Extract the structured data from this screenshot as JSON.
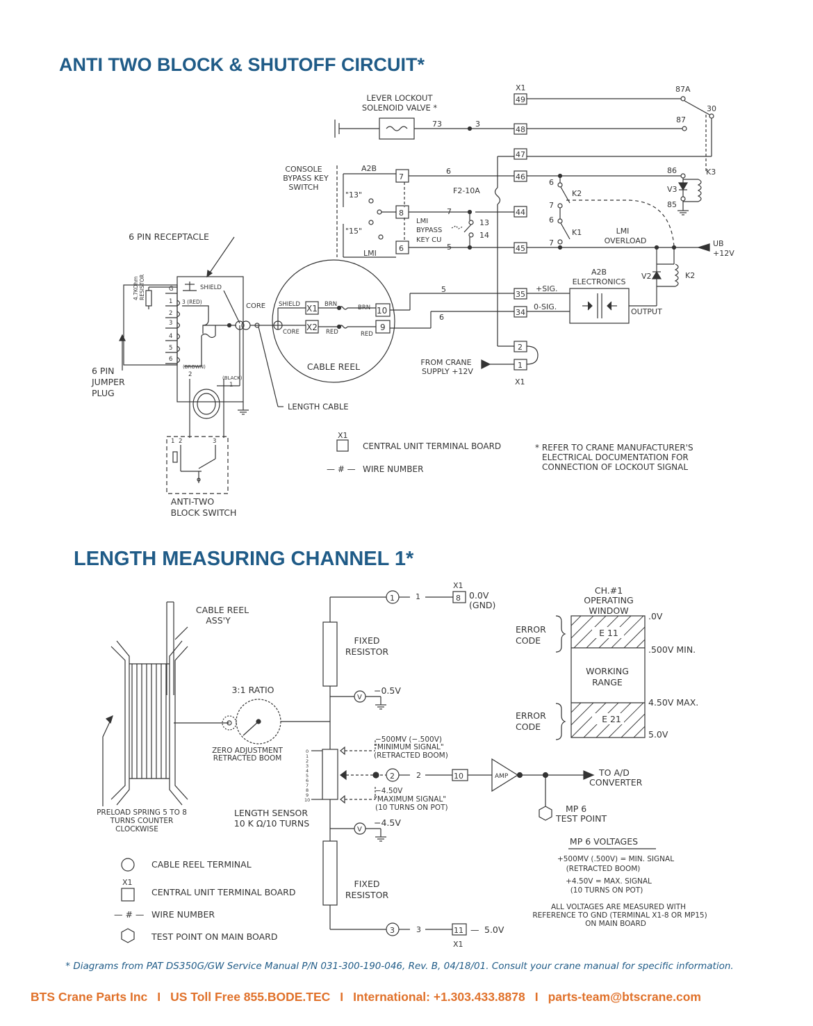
{
  "titles": {
    "a2b": "ANTI TWO BLOCK & SHUTOFF CIRCUIT*",
    "length": "LENGTH MEASURING CHANNEL 1*"
  },
  "a2b_circuit": {
    "lever_lockout": [
      "LEVER LOCKOUT",
      "SOLENOID VALVE *"
    ],
    "console_bypass": [
      "CONSOLE",
      "BYPASS KEY",
      "SWITCH"
    ],
    "a2b_label": "A2B",
    "lmi_label": "LMI",
    "key_13": "\"13\"",
    "key_15": "\"15\"",
    "lmi_bypass": [
      "LMI",
      "BYPASS",
      "KEY CU"
    ],
    "f2": "F2-10A",
    "x1": "X1",
    "term_87a": "87A",
    "term_30": "30",
    "term_87": "87",
    "term_86": "86",
    "term_85": "85",
    "k3": "K3",
    "v3": "V3",
    "k2": "K2",
    "k1": "K1",
    "v2": "V2",
    "lmi_overload": [
      "LMI",
      "OVERLOAD"
    ],
    "ub": [
      "UB",
      "+12V"
    ],
    "a2b_electronics": [
      "A2B",
      "ELECTRONICS"
    ],
    "plus_sig": "+SIG.",
    "zero_sig": "0-SIG.",
    "output": "OUTPUT",
    "from_crane": [
      "FROM CRANE",
      "SUPPLY +12V"
    ],
    "six_pin_receptacle": "6 PIN RECEPTACLE",
    "six_pin_jumper": [
      "6 PIN",
      "JUMPER",
      "PLUG"
    ],
    "resistor": [
      "4.7KOhm",
      "RESISTOR"
    ],
    "shield": "SHIELD",
    "red3": "3 (RED)",
    "brown": "(BROWN)",
    "black": "(BLACK)",
    "core": "CORE",
    "brn": "BRN",
    "red": "RED",
    "cable_reel": "CABLE REEL",
    "length_cable": "LENGTH CABLE",
    "anti_two_block": [
      "ANTI-TWO",
      "BLOCK SWITCH"
    ],
    "legend_terminal": "CENTRAL UNIT TERMINAL BOARD",
    "legend_wire": "WIRE NUMBER",
    "legend_wire_symbol": "— # —",
    "refer_note": [
      "* REFER TO CRANE MANUFACTURER'S",
      "ELECTRICAL DOCUMENTATION FOR",
      "CONNECTION OF LOCKOUT SIGNAL"
    ]
  },
  "length_channel": {
    "cable_reel_assy": [
      "CABLE REEL",
      "ASS'Y"
    ],
    "ratio": "3:1 RATIO",
    "zero_adjust": [
      "ZERO ADJUSTMENT",
      "RETRACTED BOOM"
    ],
    "preload": [
      "PRELOAD SPRING 5 TO 8",
      "TURNS COUNTER",
      "CLOCKWISE"
    ],
    "length_sensor": [
      "LENGTH SENSOR",
      "10 K Ω/10 TURNS"
    ],
    "fixed_resistor": [
      "FIXED",
      "RESISTOR"
    ],
    "v_neg05": "−0.5V",
    "v_neg45": "−4.5V",
    "gnd_label": [
      "0.0V",
      "(GND)"
    ],
    "min_signal": [
      "−500MV (−.500V)",
      "\"MINIMUM SIGNAL\"",
      "(RETRACTED BOOM)"
    ],
    "max_signal": [
      "−4.50V",
      "\"MAXIMUM SIGNAL\"",
      "(10 TURNS ON POT)"
    ],
    "amp": "AMP",
    "to_ad": [
      "TO A/D",
      "CONVERTER"
    ],
    "mp6": [
      "MP 6",
      "TEST POINT"
    ],
    "v50": "5.0V",
    "window_title": [
      "CH.#1",
      "OPERATING",
      "WINDOW"
    ],
    "error_code": [
      "ERROR",
      "CODE"
    ],
    "e11": "E 11",
    "e21": "E 21",
    "working_range": [
      "WORKING",
      "RANGE"
    ],
    "w_0v": ".0V",
    "w_500": ".500V MIN.",
    "w_450": "4.50V MAX.",
    "w_50": "5.0V",
    "mp6_voltages": "MP 6 VOLTAGES",
    "mp6_min": [
      "+500MV (.500V) = MIN. SIGNAL",
      "(RETRACTED BOOM)"
    ],
    "mp6_max": [
      "+4.50V = MAX. SIGNAL",
      "(10 TURNS ON POT)"
    ],
    "mp6_note": [
      "ALL VOLTAGES ARE MEASURED WITH",
      "REFERENCE TO GND (TERMINAL X1-8 OR MP15)",
      "ON MAIN BOARD"
    ],
    "legend_cable_reel": "CABLE REEL TERMINAL",
    "legend_terminal": "CENTRAL UNIT TERMINAL BOARD",
    "legend_wire": "WIRE NUMBER",
    "legend_test": "TEST POINT ON MAIN BOARD",
    "legend_wire_symbol": "— # —"
  },
  "footnote": "* Diagrams from PAT DS350G/GW Service Manual P/N 031-300-190-046, Rev. B, 04/18/01.  Consult your crane manual for specific information.",
  "footer": {
    "company": "BTS Crane Parts Inc",
    "tollfree": "US Toll Free  855.BODE.TEC",
    "intl": "International: +1.303.433.8878",
    "email": "parts-team@btscrane.com",
    "separator": "I"
  },
  "colors": {
    "title": "#1f5b87",
    "footer": "#e0712a",
    "line": "#333333"
  }
}
